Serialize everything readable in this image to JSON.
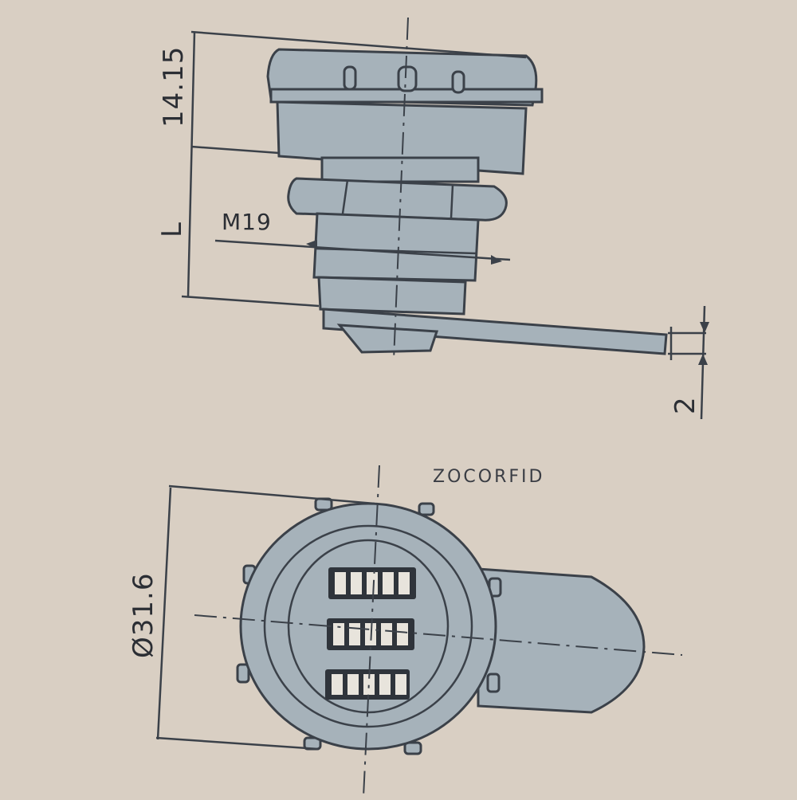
{
  "brand": "ZOCORFID",
  "dimensions": {
    "head_height": "14.15",
    "length": "L",
    "thread": "M19",
    "cam_thickness": "2",
    "diameter": "Ø31.6"
  },
  "colors": {
    "background": "#d9cfc3",
    "part_fill": "#a6b2ba",
    "line": "#3b4149"
  }
}
